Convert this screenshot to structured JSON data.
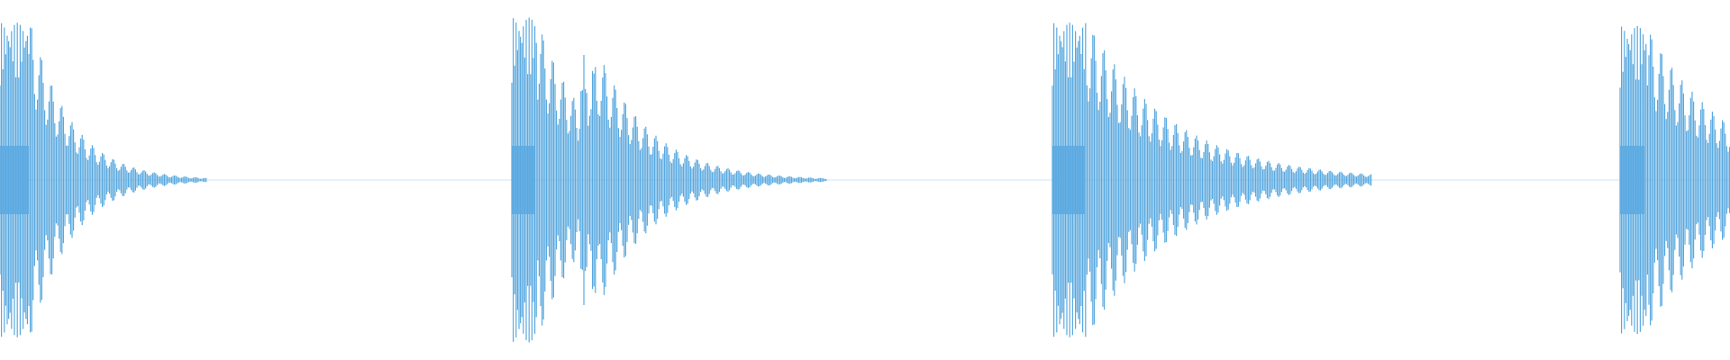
{
  "waveform": {
    "color": "#5aa9e0",
    "hits": [
      {
        "name": "hit-1",
        "attack_amp": 0.92,
        "decay": "fast"
      },
      {
        "name": "hit-2",
        "attack_amp": 0.95,
        "decay": "medium",
        "echo": true
      },
      {
        "name": "hit-3",
        "attack_amp": 0.92,
        "decay": "slow"
      },
      {
        "name": "hit-4",
        "attack_amp": 0.9,
        "decay": "slow",
        "truncated": true
      }
    ]
  }
}
